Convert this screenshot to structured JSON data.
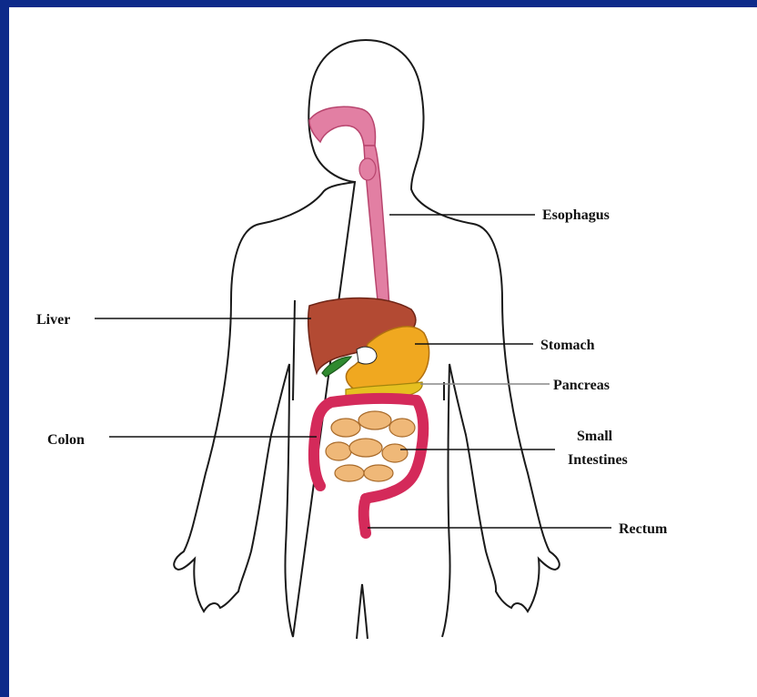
{
  "diagram": {
    "labels": {
      "esophagus": "Esophagus",
      "liver": "Liver",
      "stomach": "Stomach",
      "pancreas": "Pancreas",
      "colon": "Colon",
      "small_intestines_line1": "Small",
      "small_intestines_line2": "Intestines",
      "rectum": "Rectum"
    },
    "colors": {
      "frame": "#0d2a8a",
      "esophagus": "#e27fa3",
      "liver": "#b34a33",
      "stomach": "#f0a820",
      "pancreas": "#e6c020",
      "colon": "#d42a5a",
      "small_intestine": "#efb878",
      "gallbladder": "#2f8a2f"
    }
  }
}
